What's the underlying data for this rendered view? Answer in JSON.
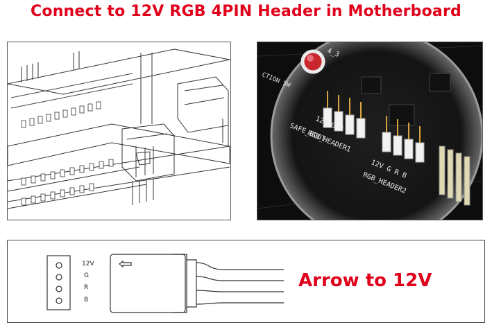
{
  "title": "Connect to 12V RGB 4PIN Header in Motherboard",
  "callout": "Arrow to 12V",
  "connector_pins": [
    "12V",
    "G",
    "R",
    "B"
  ],
  "board": {
    "header1_pins": "12V G R B",
    "header1_name": "RGB_HEADER1",
    "header2_pins": "12V G R B",
    "header2_name": "RGB_HEADER2",
    "safe_boot": "SAFE_BOOT",
    "section": "CTION SW",
    "digits": "4_3"
  },
  "colors": {
    "title": "#e0001b",
    "board": "#0b0b0b"
  }
}
